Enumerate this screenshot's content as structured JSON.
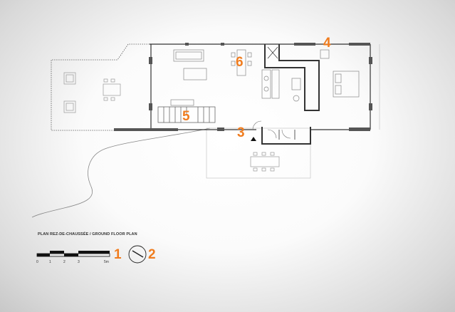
{
  "plan": {
    "title": "PLAN REZ-DE-CHAUSSÉE",
    "subtitle": "/ GROUND FLOOR PLAN"
  },
  "scale_bar": {
    "ticks": [
      "0",
      "1",
      "2",
      "3",
      "5m"
    ]
  },
  "callouts": [
    {
      "number": "1",
      "refers_to": "scale-bar"
    },
    {
      "number": "2",
      "refers_to": "north-arrow"
    },
    {
      "number": "3",
      "refers_to": "entrance"
    },
    {
      "number": "4",
      "refers_to": "closet"
    },
    {
      "number": "5",
      "refers_to": "stair"
    },
    {
      "number": "6",
      "refers_to": "dining-table"
    }
  ],
  "colors": {
    "callout": "#f07c1e",
    "wall": "#333333",
    "furniture": "#888888"
  }
}
